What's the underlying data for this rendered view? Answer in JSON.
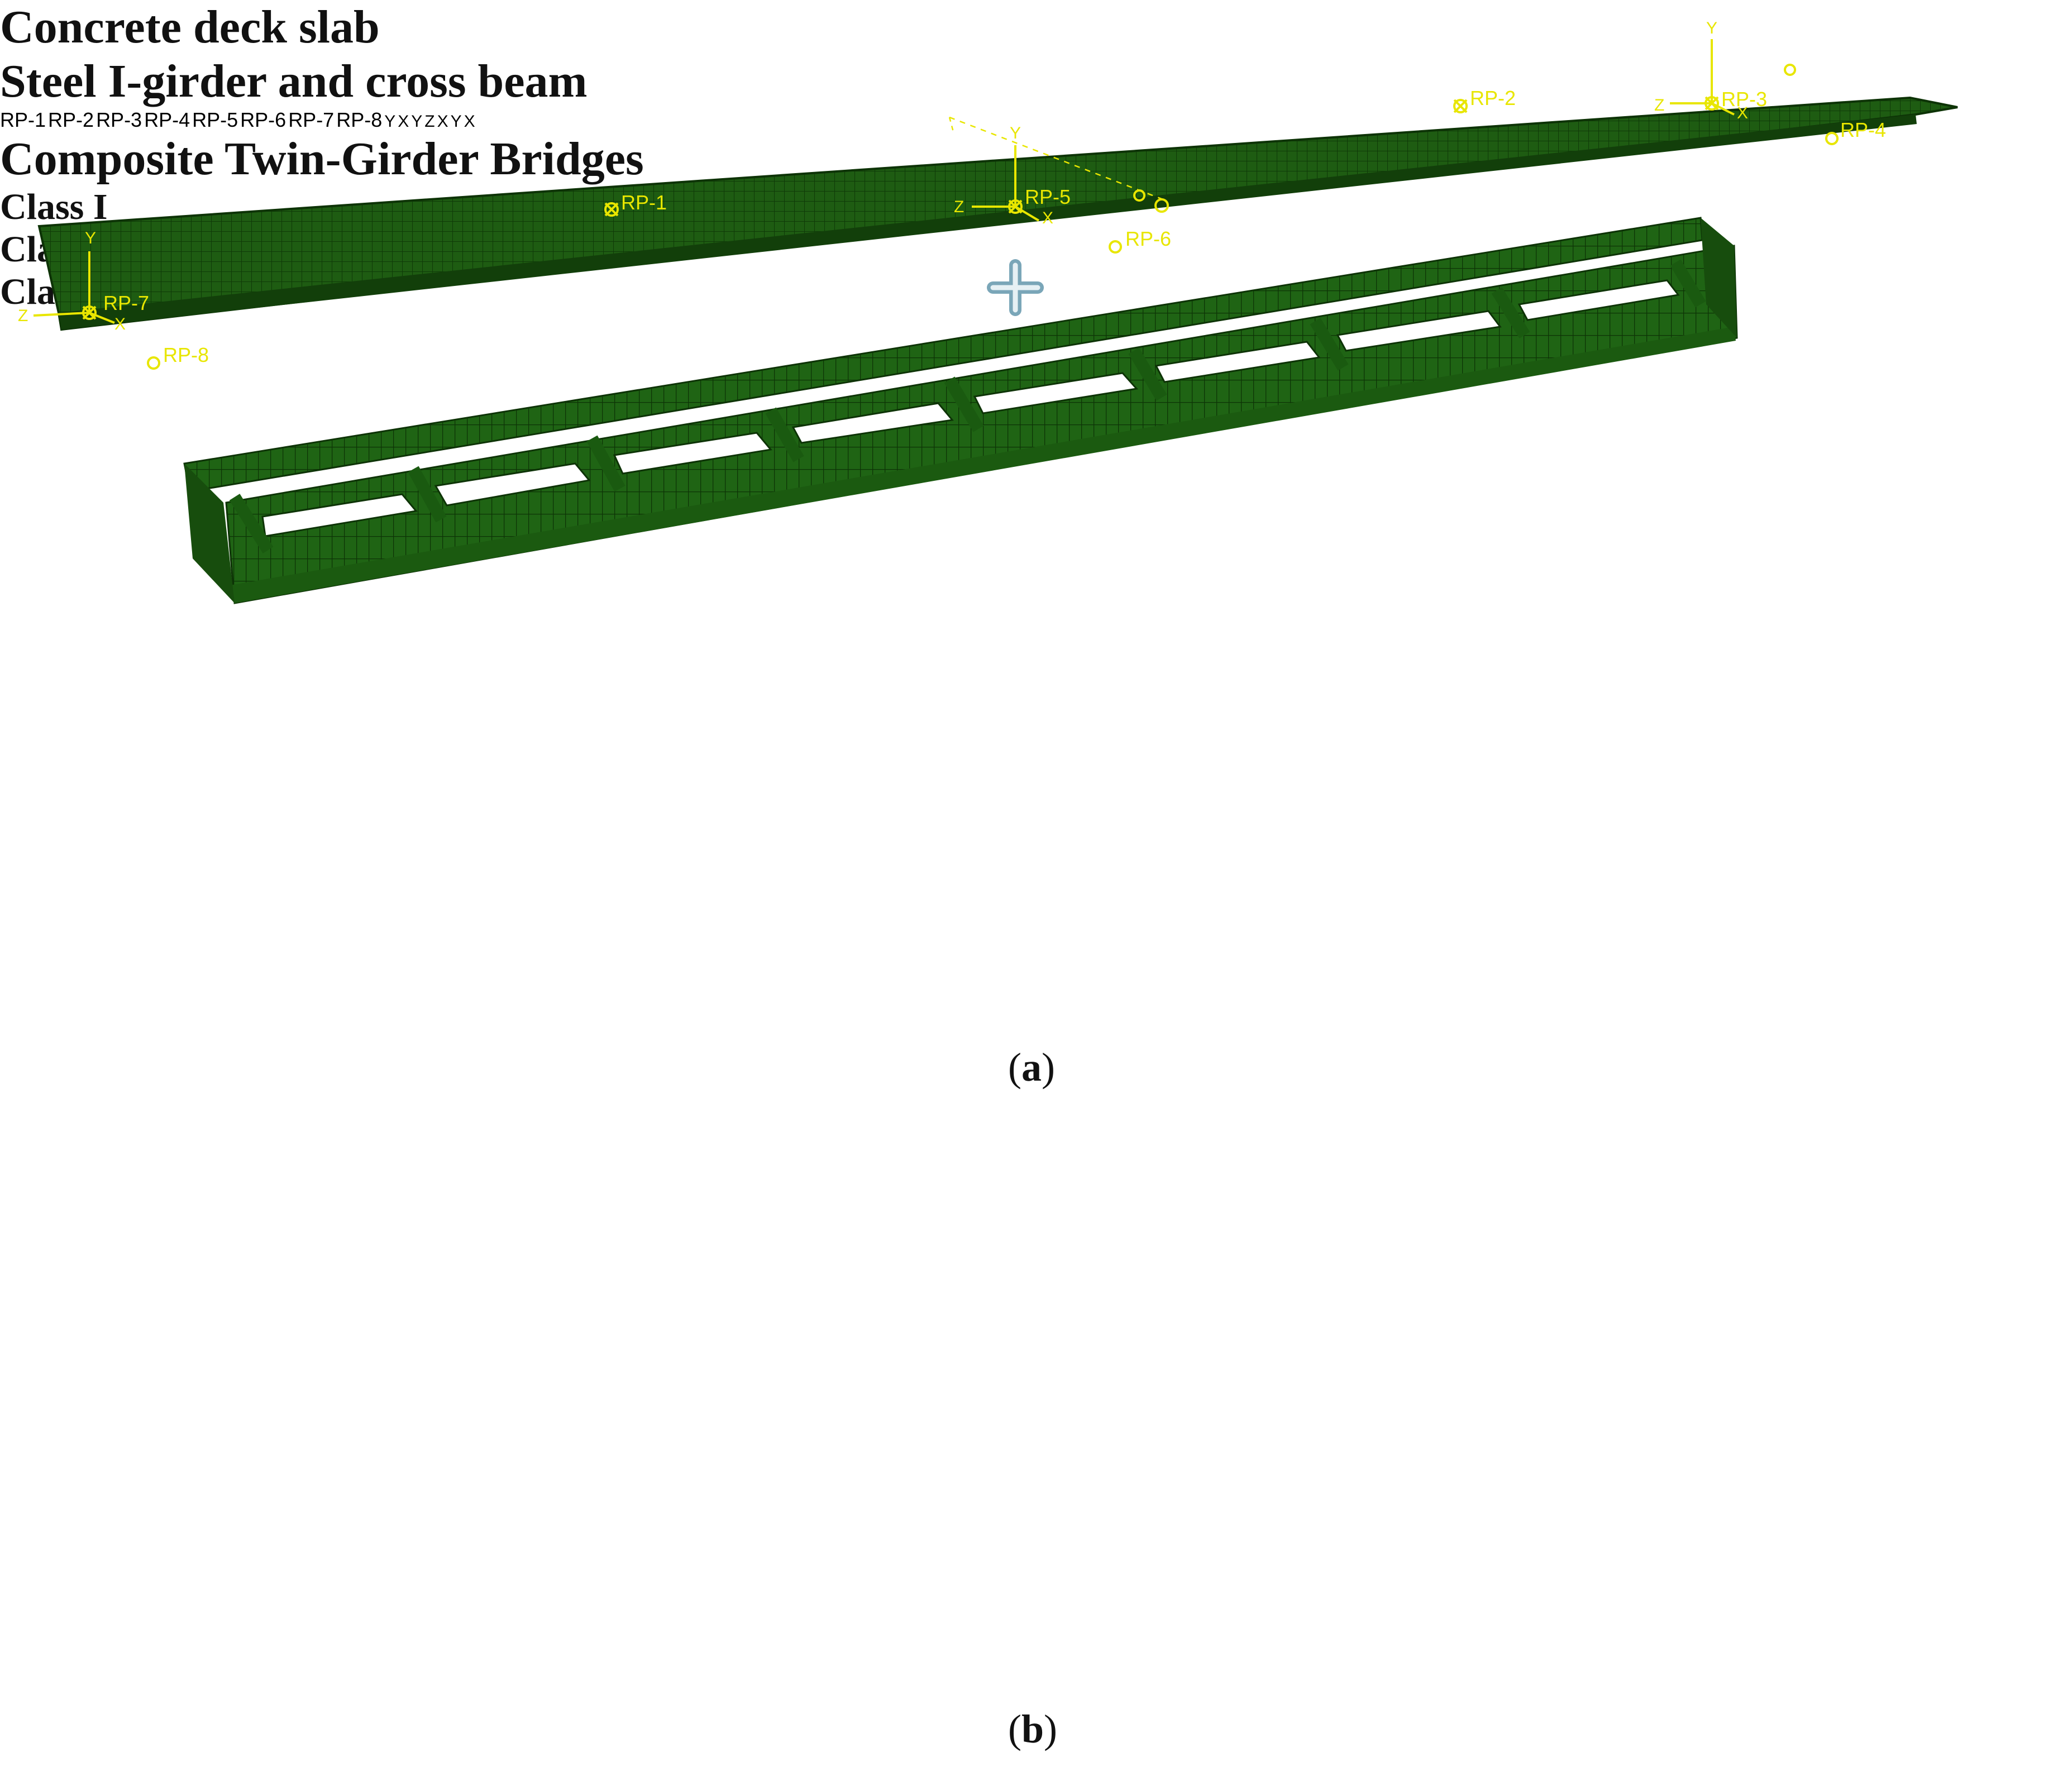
{
  "panel_a": {
    "label": "a",
    "titles": {
      "deck": "Concrete deck slab",
      "steel": "Steel I-girder and cross beam",
      "composite": "Composite Twin-Girder Bridges"
    },
    "deck_points": [
      "RP-1",
      "RP-2",
      "RP-3",
      "RP-4",
      "RP-5",
      "RP-6",
      "RP-7",
      "RP-8"
    ],
    "composite_points": [
      "RP-1",
      "RP-2",
      "RP-3",
      "RP-4",
      "RP-5",
      "RP-6",
      "RP-7",
      "RP-8"
    ],
    "axis_letters": {
      "x": "X",
      "y": "Y",
      "z": "Z"
    }
  },
  "panel_b": {
    "label": "b",
    "classes": [
      "Class I",
      "Class II",
      "Class III"
    ]
  },
  "colors": {
    "mesh": "#1e5c12",
    "mesh_dark": "#0f3a08",
    "mesh_light": "#2f7a1c",
    "highlight": "#3fa02a",
    "reference": "#e8e600",
    "frame": "#e01818",
    "arrow": "#3a3a3a"
  }
}
